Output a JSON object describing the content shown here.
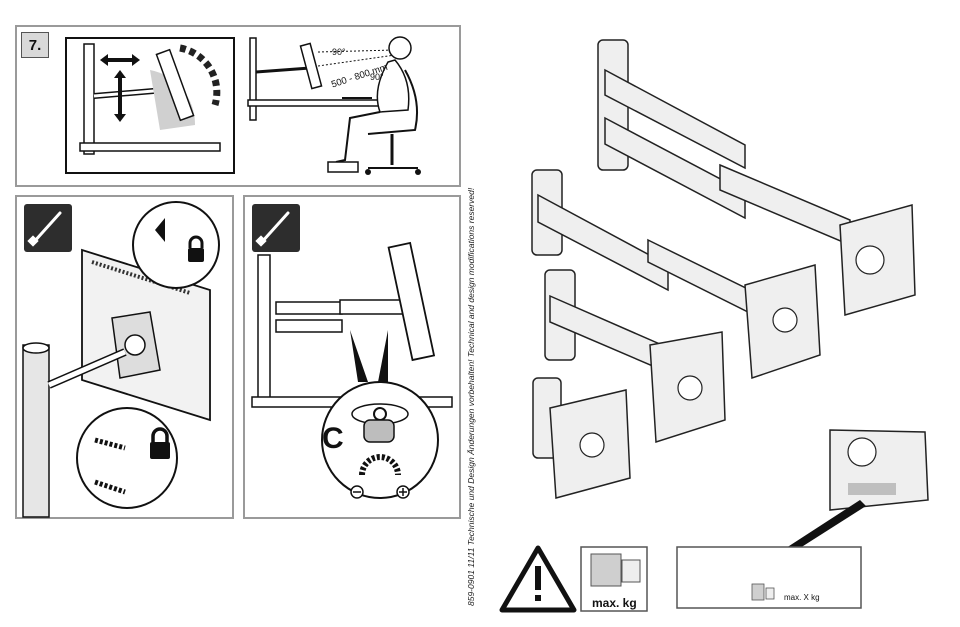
{
  "step": {
    "number": "7."
  },
  "adjustment": {
    "angle_top": "90°",
    "angle_side": "90°",
    "distance": "500 - 800 mm"
  },
  "mount_label": "C",
  "side_text": "859-0901 11/11   Technische und Design Änderungen vorbehalten! Technical and design modifications reserved!",
  "warnings": {
    "max_kg": "max. kg",
    "max_x_kg": "max. X kg"
  },
  "icons": [
    "screwdriver-icon",
    "lock-icon",
    "warning-icon",
    "weight-icon",
    "rotate-icon"
  ]
}
